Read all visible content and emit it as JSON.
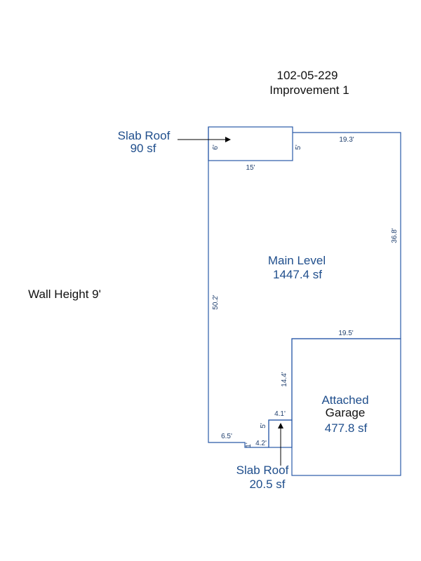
{
  "header": {
    "parcel_id": "102-05-229",
    "improvement": "Improvement 1"
  },
  "wall_height": "Wall Height 9'",
  "areas": {
    "slab_roof_top": {
      "name": "Slab Roof",
      "area": "90 sf"
    },
    "main_level": {
      "name": "Main Level",
      "area": "1447.4 sf"
    },
    "garage": {
      "name_line1": "Attached",
      "name_line2": "Garage",
      "area": "477.8 sf"
    },
    "slab_roof_bottom": {
      "name": "Slab Roof",
      "area": "20.5 sf"
    }
  },
  "dimensions": {
    "slab_top_height": "6'",
    "slab_top_right": "5'",
    "slab_top_width": "15'",
    "top_right_width": "19.3'",
    "right_height": "36.8'",
    "left_height": "50.2'",
    "garage_top_width": "19.5'",
    "garage_left_height": "14.4'",
    "slab_bottom_width": "4.1'",
    "slab_bottom_height": "5'",
    "bottom_left_width": "6.5'",
    "step_height": "1'",
    "bottom_step_width": "4.2'"
  },
  "colors": {
    "outline": "#2a5aa8",
    "label_blue": "#1f4e8c",
    "label_black": "#111111"
  }
}
